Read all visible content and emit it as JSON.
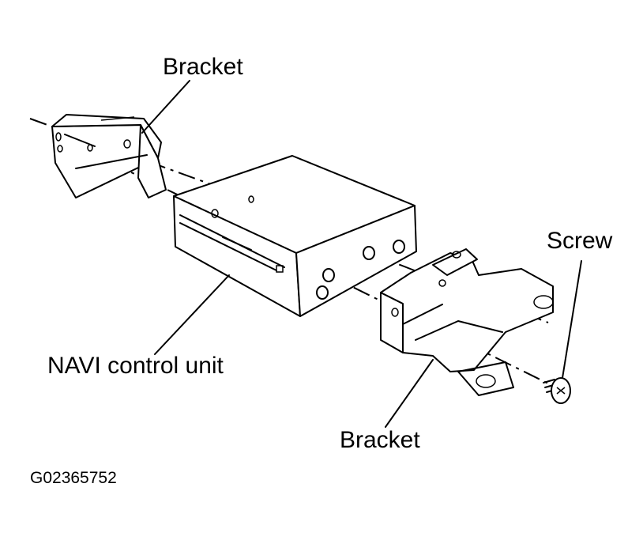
{
  "labels": {
    "bracket_top": "Bracket",
    "bracket_bottom": "Bracket",
    "screw": "Screw",
    "navi_unit": "NAVI control unit"
  },
  "figure_id": "G02365752",
  "colors": {
    "line": "#000000",
    "background": "#ffffff"
  }
}
